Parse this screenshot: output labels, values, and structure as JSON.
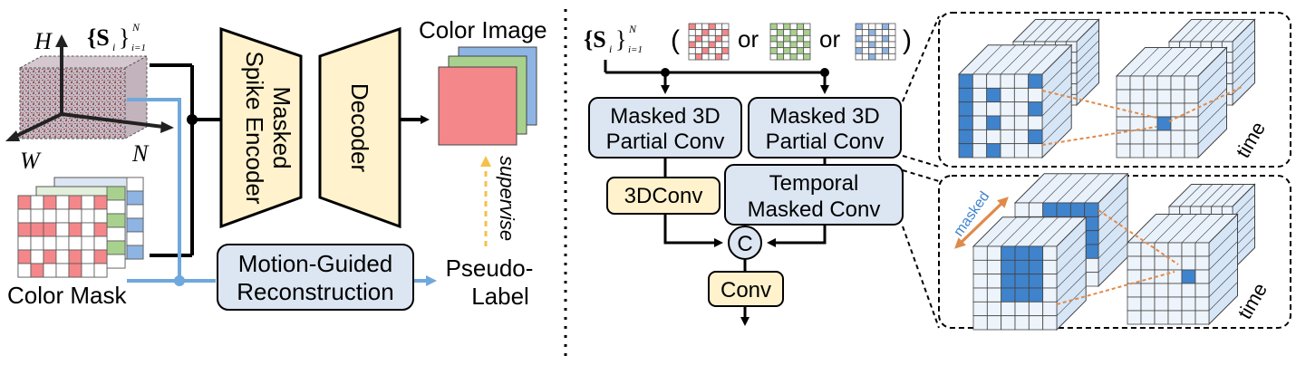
{
  "left": {
    "axis_h": "H",
    "axis_w": "W",
    "axis_n": "N",
    "spike_set": {
      "base": "{S",
      "sub_i": "i",
      "close": "}",
      "sup": "N",
      "sub_range": "i=1"
    },
    "color_mask_label": "Color Mask",
    "encoder_line1": "Masked",
    "encoder_line2": "Spike Encoder",
    "decoder_label": "Decoder",
    "color_image_label": "Color Image",
    "supervise_label": "supervise",
    "mgr_line1": "Motion-Guided",
    "mgr_line2": "Reconstruction",
    "pseudo_line1": "Pseudo-",
    "pseudo_line2": "Label"
  },
  "right": {
    "spike_set": {
      "base": "{S",
      "sub_i": "i",
      "close": "}",
      "sup": "N",
      "sub_range": "i=1"
    },
    "open_paren": "(",
    "close_paren": ")",
    "or1": "or",
    "or2": "or",
    "partial1_line1": "Masked 3D",
    "partial1_line2": "Partial Conv",
    "partial2_line1": "Masked 3D",
    "partial2_line2": "Partial Conv",
    "conv3d_label": "3DConv",
    "temporal_line1": "Temporal",
    "temporal_line2": "Masked Conv",
    "concat_symbol": "C",
    "conv_label": "Conv",
    "time1": "time",
    "time2": "time",
    "masked_label": "masked"
  },
  "colors": {
    "box_blue": "#dce6f2",
    "box_yellow": "#fff2cc",
    "red": "#f4878a",
    "green": "#a9d18e",
    "blue_tile": "#8eb4e3",
    "cube_light": "#d6e6f7",
    "cube_dark": "#3f83cc",
    "orange": "#e08a4a",
    "supervise": "#f5c04a",
    "line_blue": "#6fa8dc"
  }
}
